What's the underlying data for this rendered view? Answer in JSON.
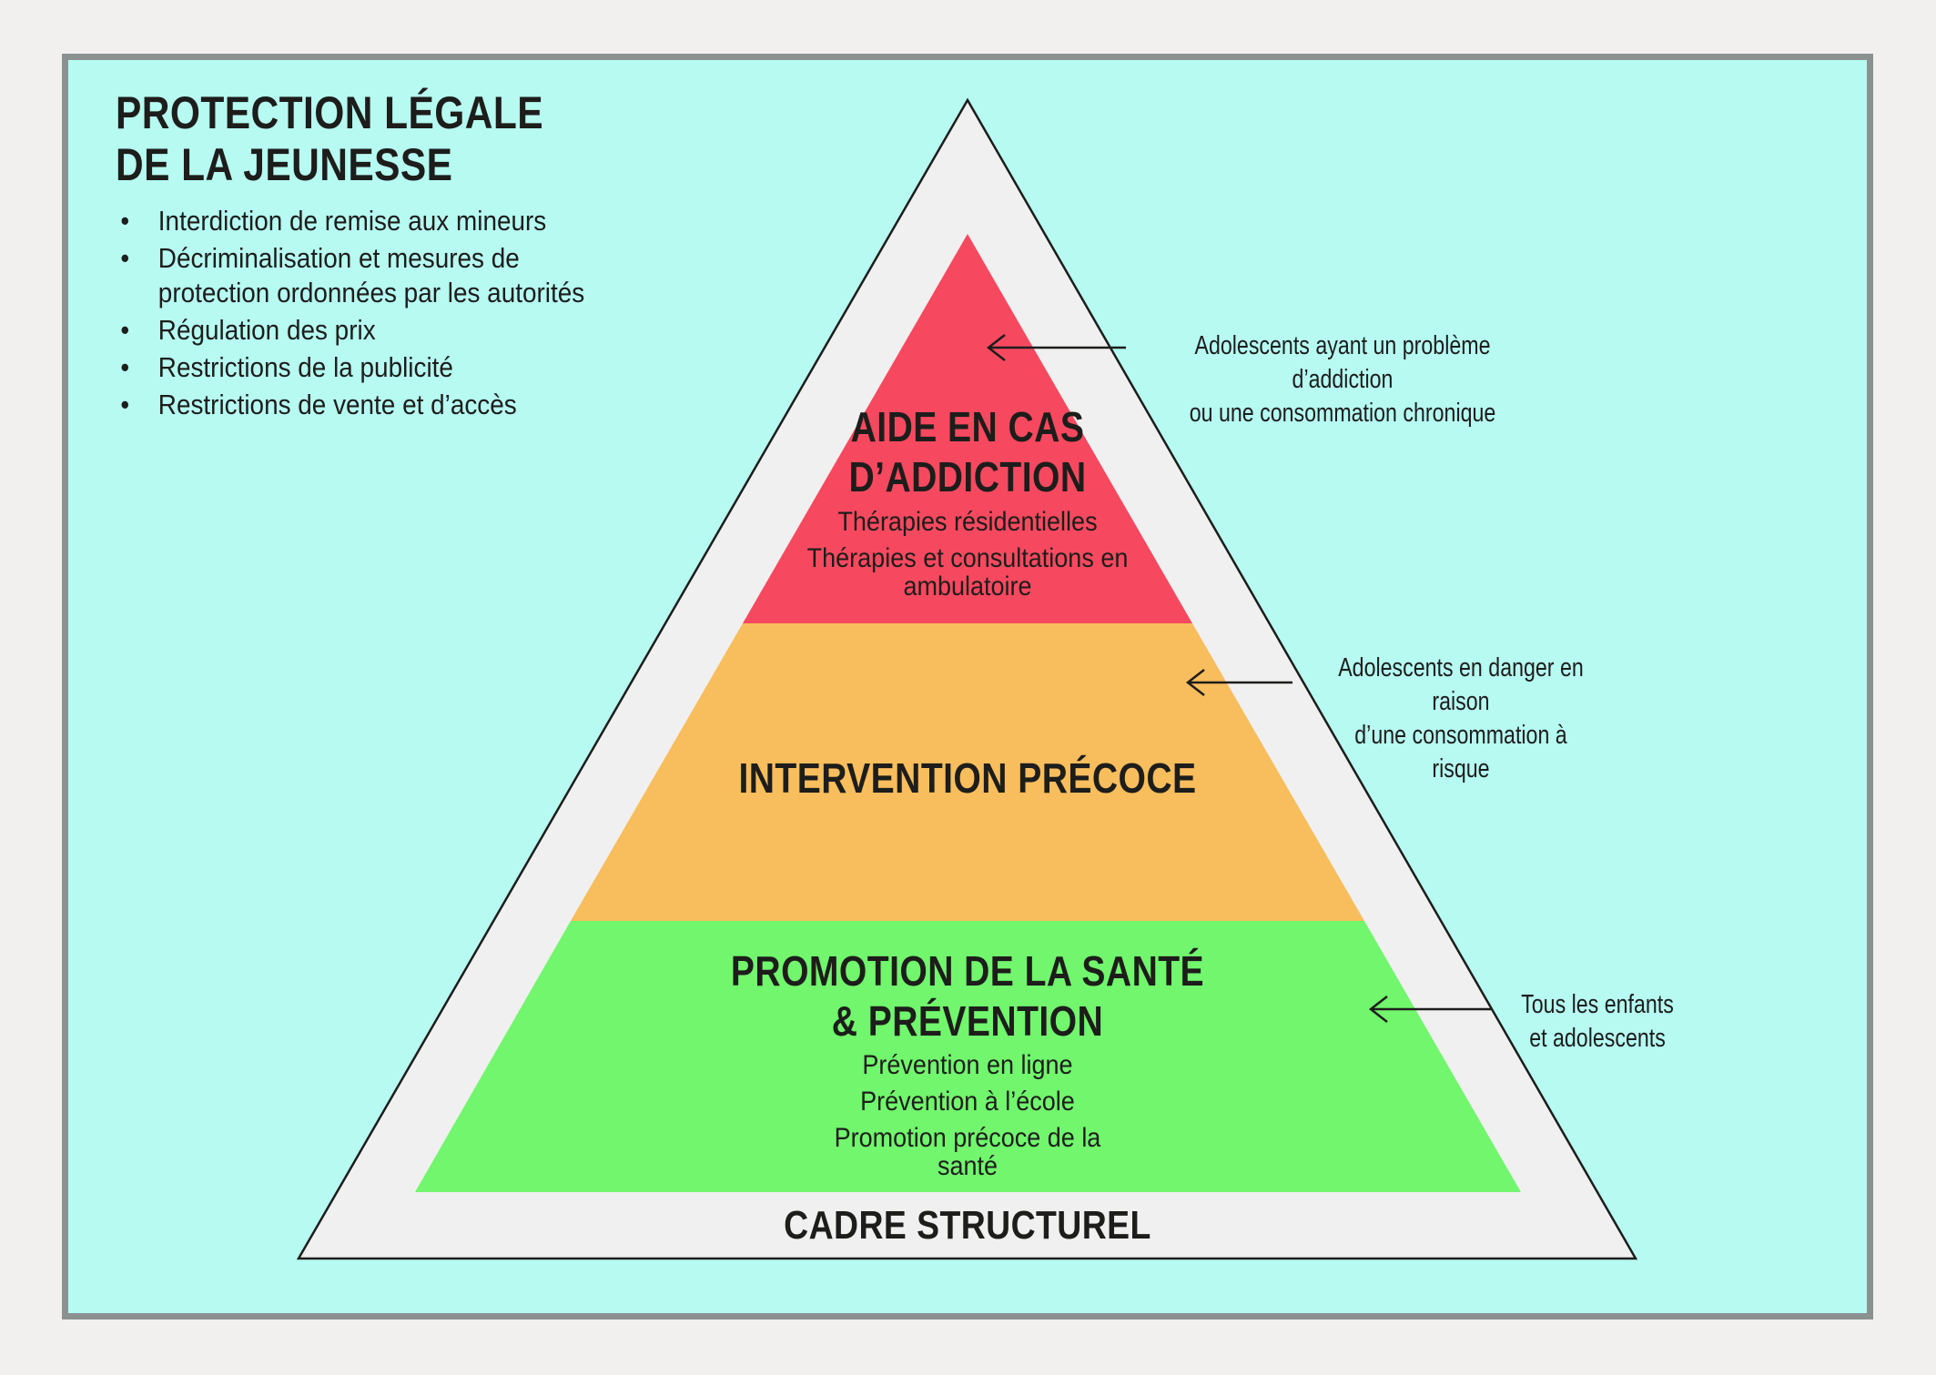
{
  "colors": {
    "canvas_background": "#f1f0ef",
    "panel_background": "#b6faf2",
    "panel_border": "#8b9191",
    "triangle_fill": "#f0f0f0",
    "outline": "#1d1d1b",
    "level_addiction": "#f6495f",
    "level_intervention": "#f8bd5c",
    "level_promotion": "#71f66d"
  },
  "legal_protection": {
    "title_line1": "PROTECTION LÉGALE",
    "title_line2": "DE LA JEUNESSE",
    "bullets": [
      "Interdiction de remise aux mineurs",
      "Décriminalisation et mesures de protection ordonnées par les autorités",
      "Régulation des prix",
      "Restrictions de la publicité",
      "Restrictions de vente et d’accès"
    ]
  },
  "pyramid": {
    "base_label": "CADRE STRUCTUREL",
    "levels": [
      {
        "name": "aide-en-cas-d-addiction",
        "title_line1": "AIDE EN CAS",
        "title_line2": "D’ADDICTION",
        "items": [
          "Thérapies résidentielles",
          "Thérapies et consultations en ambulatoire"
        ],
        "color": "#f6495f"
      },
      {
        "name": "intervention-precoce",
        "title_line1": "INTERVENTION PRÉCOCE",
        "color": "#f8bd5c"
      },
      {
        "name": "promotion-sante-prevention",
        "title_line1": "PROMOTION DE LA SANTÉ",
        "title_line2": "& PRÉVENTION",
        "items": [
          "Prévention en ligne",
          "Prévention à l’école",
          "Promotion précoce de la santé"
        ],
        "color": "#71f66d"
      }
    ]
  },
  "annotations": [
    {
      "line1": "Adolescents ayant un problème d’addiction",
      "line2": "ou une consommation chronique"
    },
    {
      "line1": "Adolescents en danger en raison",
      "line2": "d’une consommation à risque"
    },
    {
      "line1": "Tous les enfants",
      "line2": "et adolescents"
    }
  ]
}
